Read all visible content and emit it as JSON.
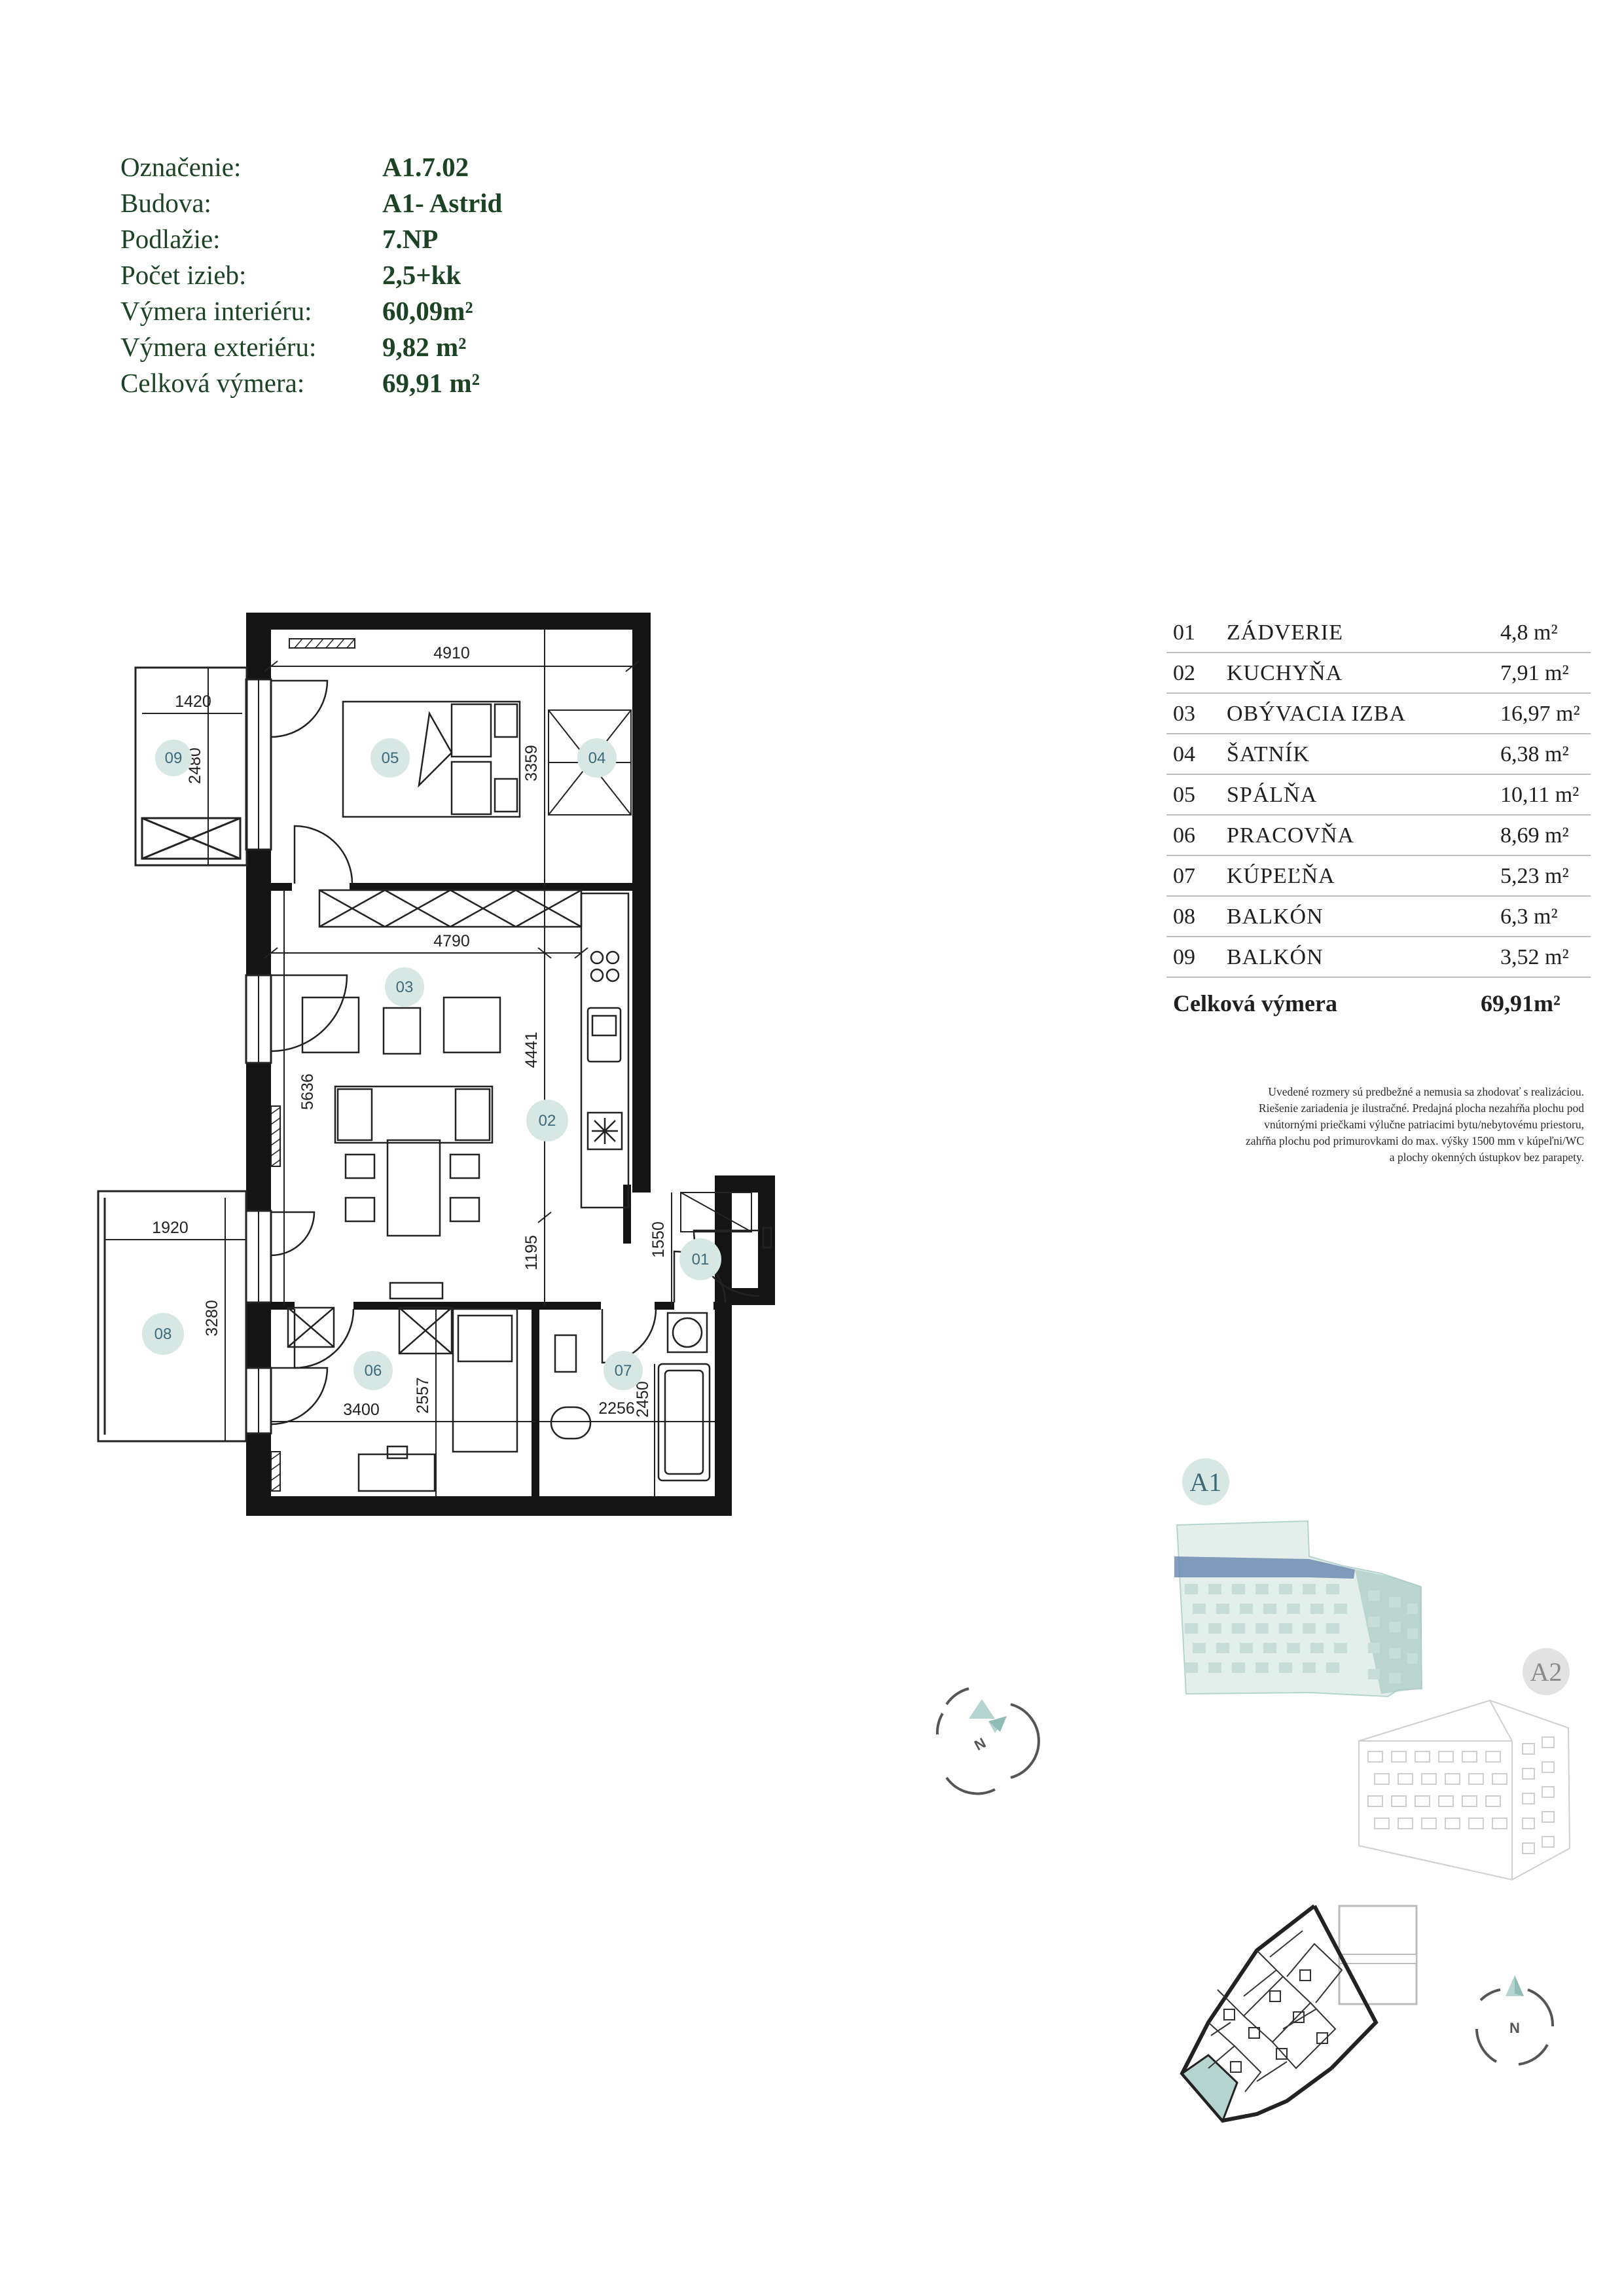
{
  "apartment": {
    "rows": [
      {
        "label": "Označenie:",
        "value": "A1.7.02"
      },
      {
        "label": "Budova:",
        "value": "A1- Astrid"
      },
      {
        "label": "Podlažie:",
        "value": "7.NP"
      },
      {
        "label": "Počet izieb:",
        "value": "2,5+kk"
      },
      {
        "label": "Výmera interiéru:",
        "value": "60,09m²"
      },
      {
        "label": "Výmera exteriéru:",
        "value": "9,82 m²"
      },
      {
        "label": "Celková výmera:",
        "value": "69,91 m²"
      }
    ]
  },
  "rooms": [
    {
      "num": "01",
      "name": "ZÁDVERIE",
      "area": "4,8 m²"
    },
    {
      "num": "02",
      "name": "KUCHYŇA",
      "area": "7,91 m²"
    },
    {
      "num": "03",
      "name": "OBÝVACIA IZBA",
      "area": "16,97 m²"
    },
    {
      "num": "04",
      "name": "ŠATNÍK",
      "area": "6,38 m²"
    },
    {
      "num": "05",
      "name": "SPÁLŇA",
      "area": "10,11 m²"
    },
    {
      "num": "06",
      "name": "PRACOVŇA",
      "area": "8,69 m²"
    },
    {
      "num": "07",
      "name": "KÚPEĽŇA",
      "area": "5,23 m²"
    },
    {
      "num": "08",
      "name": "BALKÓN",
      "area": "6,3 m²"
    },
    {
      "num": "09",
      "name": "BALKÓN",
      "area": "3,52 m²"
    }
  ],
  "total": {
    "label": "Celková výmera",
    "value": "69,91m²"
  },
  "disclaimer": [
    "Uvedené rozmery sú predbežné a nemusia sa zhodovať s realizáciou.",
    "Riešenie zariadenia je ilustračné. Predajná plocha nezahŕňa plochu pod",
    "vnútornými priečkami výlučne patriacimi bytu/nebytovému priestoru,",
    "zahŕňa plochu pod primurovkami do max. výšky 1500 mm v kúpeľni/WC",
    "a plochy okenných ústupkov bez parapety."
  ],
  "plan": {
    "dimensions": {
      "d4910": "4910",
      "d1420": "1420",
      "d2480": "2480",
      "d3359": "3359",
      "d4790": "4790",
      "d4441": "4441",
      "d5636": "5636",
      "d1920": "1920",
      "d3280": "3280",
      "d1195": "1195",
      "d1550": "1550",
      "d3400": "3400",
      "d2557": "2557",
      "d2256": "2256",
      "d2450": "2450"
    },
    "room_labels": {
      "r01": "01",
      "r02": "02",
      "r03": "03",
      "r04": "04",
      "r05": "05",
      "r06": "06",
      "r07": "07",
      "r08": "08",
      "r09": "09"
    }
  },
  "buildings": {
    "a1": "A1",
    "a2": "A2"
  },
  "compass": {
    "north": "N"
  },
  "colors": {
    "accent_green": "#1c4424",
    "room_circle": "#d6e7e4",
    "highlight": "#b5d4cf",
    "stripe_blue": "#6f8bb3"
  }
}
